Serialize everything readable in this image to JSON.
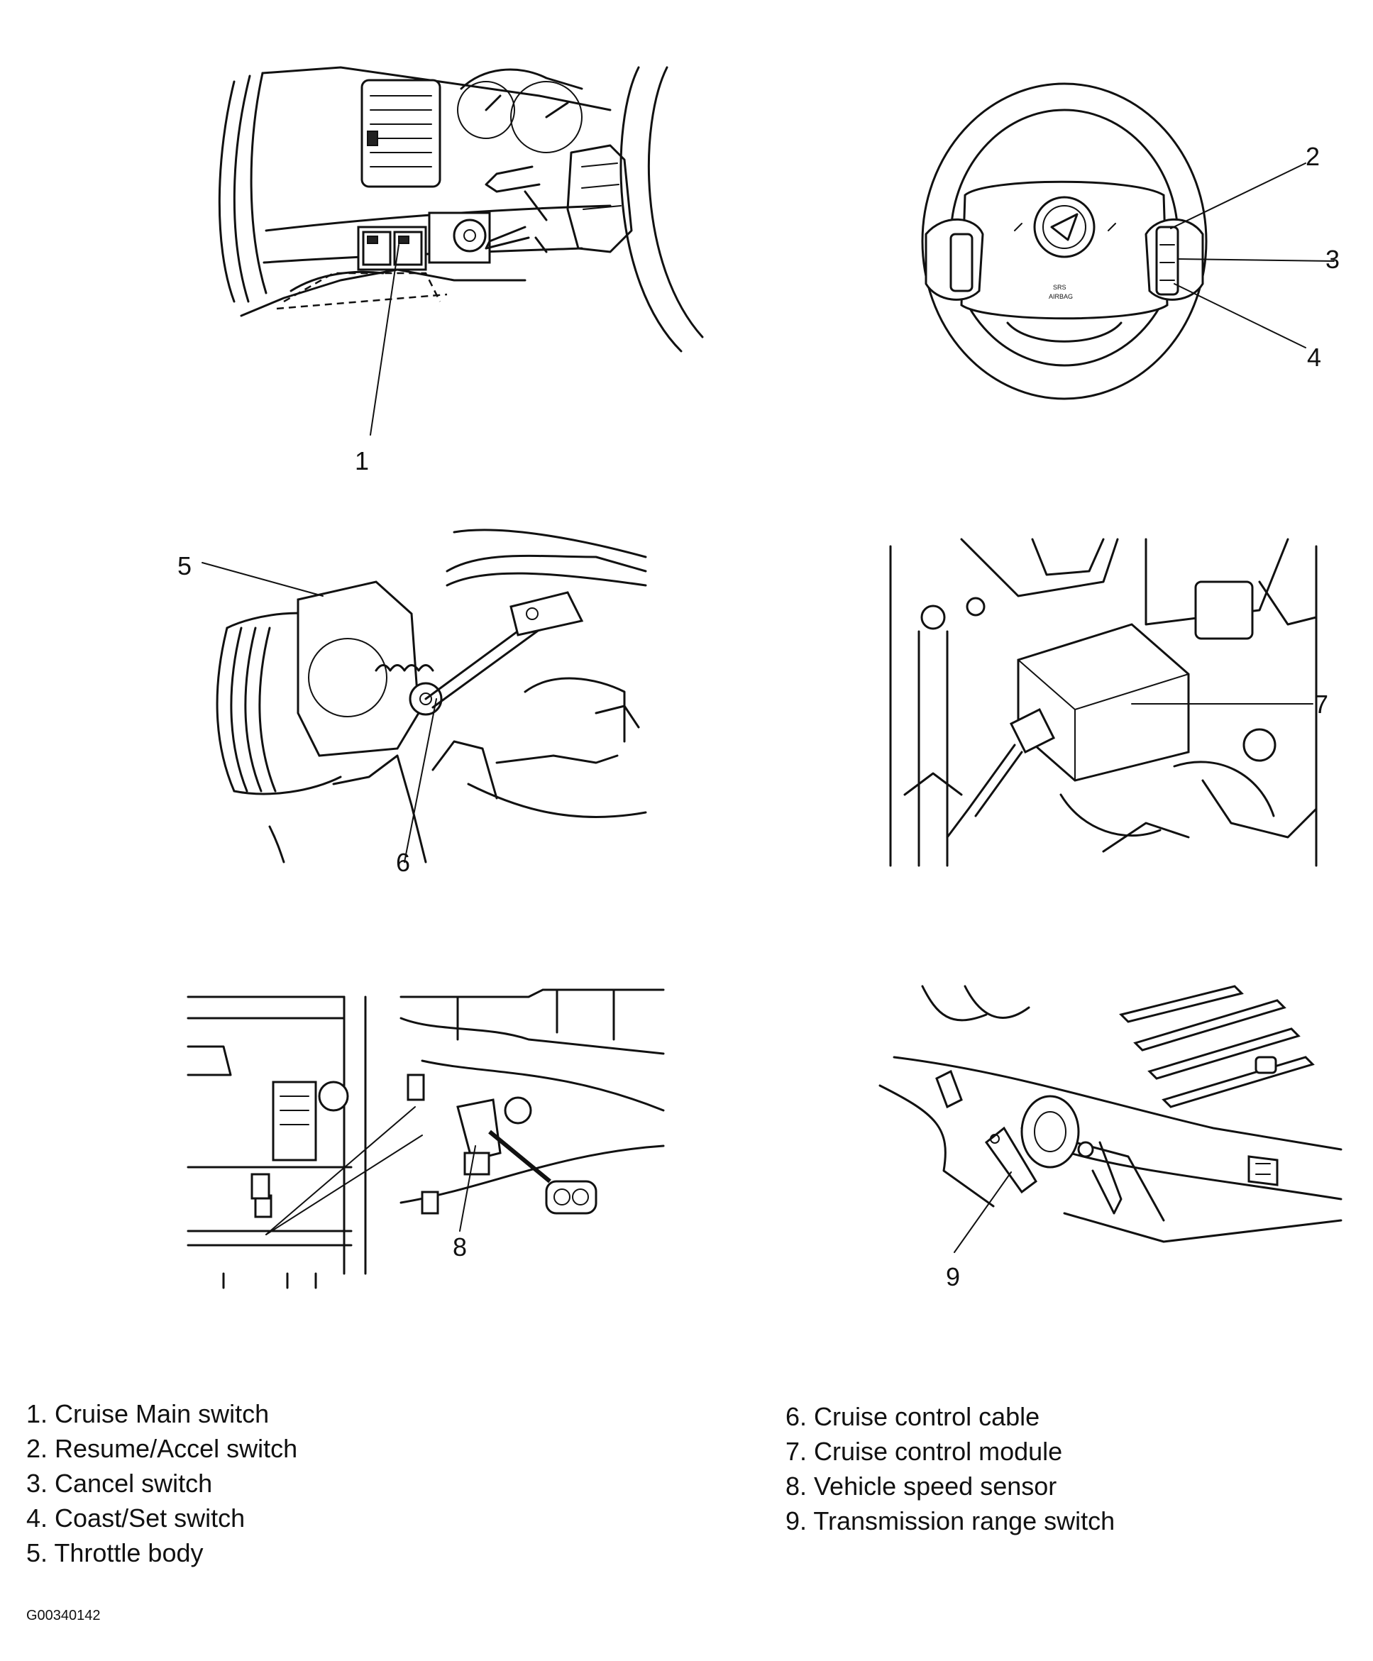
{
  "callouts": {
    "c1": "1",
    "c2": "2",
    "c3": "3",
    "c4": "4",
    "c5": "5",
    "c6": "6",
    "c7": "7",
    "c8": "8",
    "c9": "9"
  },
  "legend": {
    "left": [
      "1. Cruise Main switch",
      "2. Resume/Accel switch",
      "3. Cancel switch",
      "4. Coast/Set switch",
      "5. Throttle body"
    ],
    "right": [
      "6. Cruise control cable",
      "7. Cruise control module",
      "8. Vehicle speed sensor",
      "9. Transmission range switch"
    ]
  },
  "figure_code": "G00340142",
  "airbag_text": [
    "SRS",
    "AIRBAG"
  ]
}
